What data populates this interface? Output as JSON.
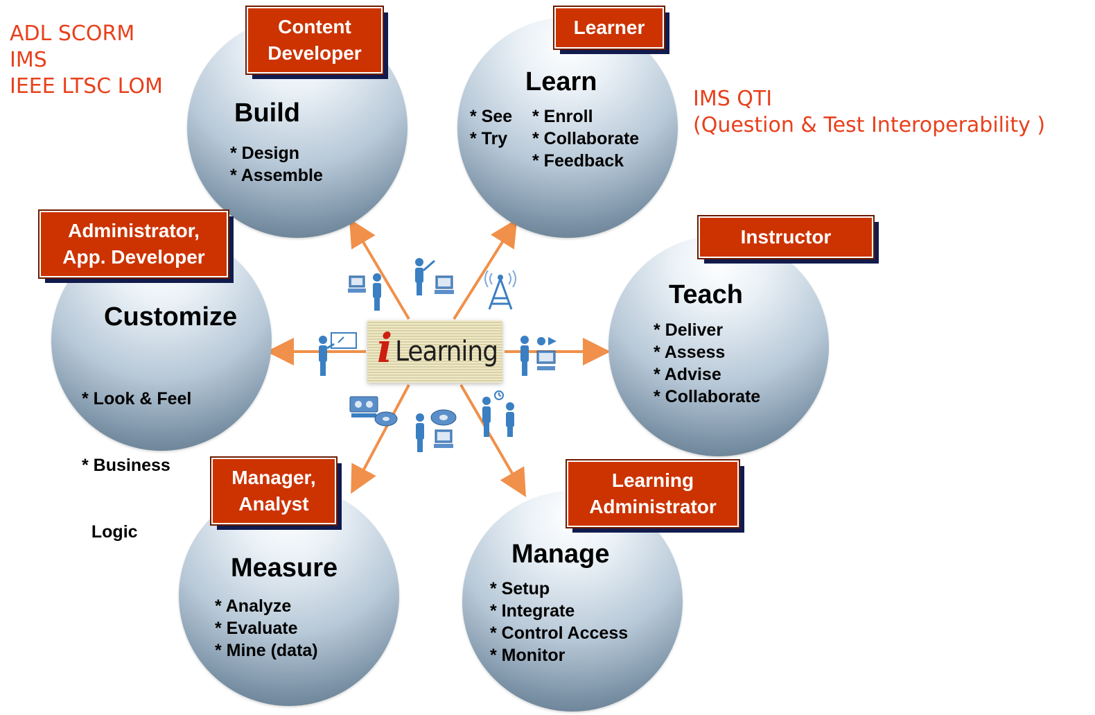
{
  "standards_left": [
    "ADL SCORM",
    "IMS",
    "IEEE LTSC LOM"
  ],
  "standards_right": [
    "IMS QTI",
    "(Question & Test Interoperability )"
  ],
  "center": {
    "logo_i": "i",
    "logo_text": "Learning"
  },
  "nodes": {
    "build": {
      "title": "Build",
      "items": [
        "* Design",
        "* Assemble"
      ],
      "role": [
        "Content",
        "Developer"
      ]
    },
    "learn": {
      "title": "Learn",
      "items_left": [
        "* See",
        "* Try"
      ],
      "items_right": [
        "* Enroll",
        "* Collaborate",
        "* Feedback"
      ],
      "role": [
        "Learner"
      ]
    },
    "teach": {
      "title": "Teach",
      "items": [
        "* Deliver",
        "* Assess",
        "* Advise",
        "* Collaborate"
      ],
      "role": [
        "Instructor"
      ]
    },
    "customize": {
      "title": "Customize",
      "items": [
        "* Look & Feel",
        "* Business",
        "  Logic"
      ],
      "role": [
        "Administrator,",
        "App. Developer"
      ]
    },
    "measure": {
      "title": "Measure",
      "items": [
        "* Analyze",
        "* Evaluate",
        "* Mine (data)"
      ],
      "role": [
        "Manager,",
        "Analyst"
      ]
    },
    "manage": {
      "title": "Manage",
      "items": [
        "* Setup",
        "* Integrate",
        "* Control Access",
        "* Monitor"
      ],
      "role": [
        "Learning",
        "Administrator"
      ]
    }
  },
  "colors": {
    "standards": "#e8401c",
    "role_box": "#cc3300",
    "role_shadow": "#111b4d",
    "arrow": "#f0904a",
    "icon": "#3a7fc2"
  },
  "icons": [
    "person-computer-icon",
    "teacher-computer-icon",
    "antenna-tower-icon",
    "presenter-board-icon",
    "person-media-icon",
    "cassette-disc-icon",
    "person-disc-icon",
    "people-clock-icon"
  ]
}
